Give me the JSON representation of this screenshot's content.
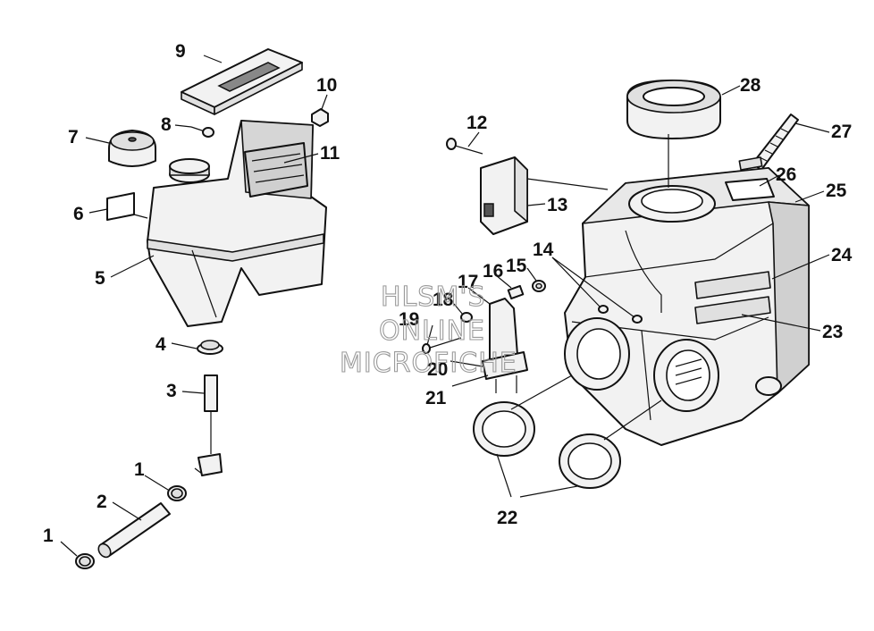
{
  "diagram": {
    "callouts": [
      {
        "id": "1a",
        "label": "1"
      },
      {
        "id": "1b",
        "label": "1"
      },
      {
        "id": "2",
        "label": "2"
      },
      {
        "id": "3",
        "label": "3"
      },
      {
        "id": "4",
        "label": "4"
      },
      {
        "id": "5",
        "label": "5"
      },
      {
        "id": "6",
        "label": "6"
      },
      {
        "id": "7",
        "label": "7"
      },
      {
        "id": "8",
        "label": "8"
      },
      {
        "id": "9",
        "label": "9"
      },
      {
        "id": "10",
        "label": "10"
      },
      {
        "id": "11",
        "label": "11"
      },
      {
        "id": "12",
        "label": "12"
      },
      {
        "id": "13",
        "label": "13"
      },
      {
        "id": "14",
        "label": "14"
      },
      {
        "id": "15",
        "label": "15"
      },
      {
        "id": "16",
        "label": "16"
      },
      {
        "id": "17",
        "label": "17"
      },
      {
        "id": "18",
        "label": "18"
      },
      {
        "id": "19",
        "label": "19"
      },
      {
        "id": "20",
        "label": "20"
      },
      {
        "id": "21",
        "label": "21"
      },
      {
        "id": "22",
        "label": "22"
      },
      {
        "id": "23",
        "label": "23"
      },
      {
        "id": "24",
        "label": "24"
      },
      {
        "id": "25",
        "label": "25"
      },
      {
        "id": "26",
        "label": "26"
      },
      {
        "id": "27",
        "label": "27"
      },
      {
        "id": "28",
        "label": "28"
      }
    ],
    "watermark": {
      "line1": "HLSM'S",
      "line2": "ONLINE",
      "line3": "MICROFICHE"
    }
  }
}
